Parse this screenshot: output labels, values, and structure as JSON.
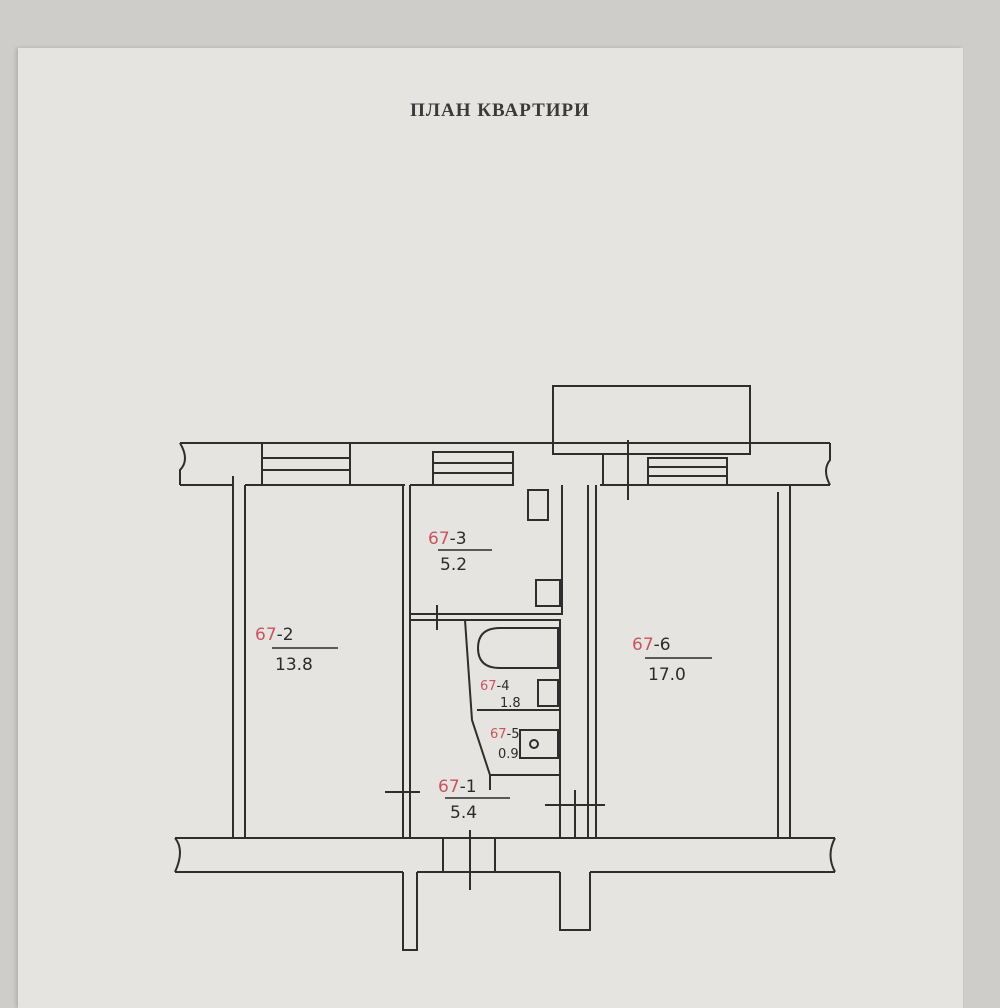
{
  "title": "ПЛАН КВАРТИРИ",
  "rooms": [
    {
      "prefix": "67",
      "suffix": "-2",
      "area": "13.8"
    },
    {
      "prefix": "67",
      "suffix": "-3",
      "area": "5.2"
    },
    {
      "prefix": "67",
      "suffix": "-4",
      "area": "1.8"
    },
    {
      "prefix": "67",
      "suffix": "-5",
      "area": "0.9"
    },
    {
      "prefix": "67",
      "suffix": "-1",
      "area": "5.4"
    },
    {
      "prefix": "67",
      "suffix": "-6",
      "area": "17.0"
    }
  ],
  "colors": {
    "paper": "#e6e4e1",
    "ink": "#2b2b2b",
    "stamp_red": "#c9545f"
  }
}
